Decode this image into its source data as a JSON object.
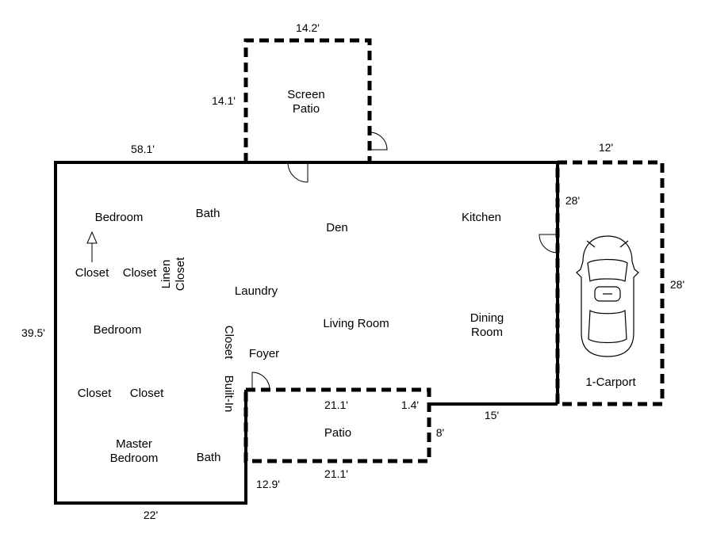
{
  "rooms": {
    "bedroom_1": "Bedroom",
    "bath_1": "Bath",
    "den": "Den",
    "kitchen": "Kitchen",
    "closet_1": "Closet",
    "closet_2": "Closet",
    "linen_closet_1": "Linen",
    "linen_closet_2": "Closet",
    "laundry": "Laundry",
    "bedroom_2": "Bedroom",
    "living_room": "Living Room",
    "dining_room_1": "Dining",
    "dining_room_2": "Room",
    "closet_vertical": "Closet",
    "foyer": "Foyer",
    "closet_3": "Closet",
    "closet_4": "Closet",
    "built_in": "Built-In",
    "master_bedroom_1": "Master",
    "master_bedroom_2": "Bedroom",
    "bath_2": "Bath",
    "screen_patio_1": "Screen",
    "screen_patio_2": "Patio",
    "patio": "Patio",
    "carport": "1-Carport"
  },
  "dimensions": {
    "screen_patio_width": "14.2'",
    "screen_patio_depth": "14.1'",
    "top_wall": "58.1'",
    "carport_width": "12'",
    "carport_inner": "28'",
    "carport_depth": "28'",
    "left_wall": "39.5'",
    "patio_top": "21.1'",
    "patio_step": "1.4'",
    "patio_depth": "8'",
    "patio_bottom": "21.1'",
    "right_lower_wall": "15'",
    "lower_step": "12.9'",
    "bottom_wall": "22'"
  }
}
